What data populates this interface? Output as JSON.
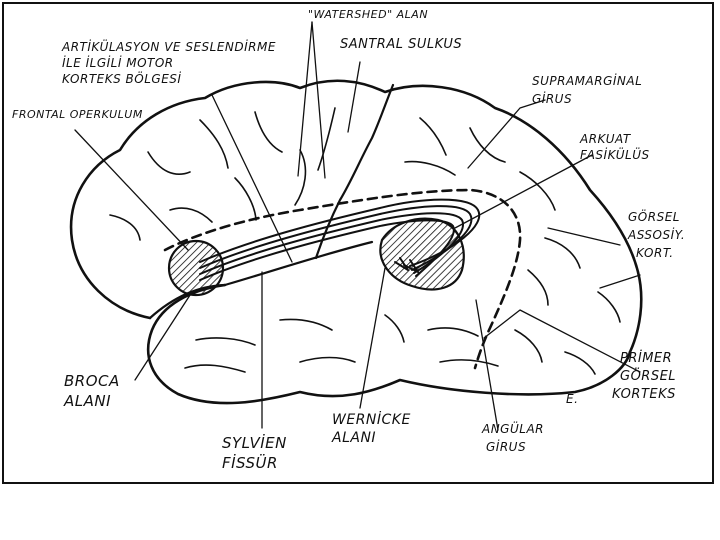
{
  "labels": {
    "watershed": "\"WATERSHED\" ALAN",
    "artikulasyon_1": "ARTİKÜLASYON VE SESLENDİRME",
    "artikulasyon_2": "İLE İLGİLİ MOTOR",
    "artikulasyon_3": "KORTEKS BÖLGESİ",
    "santral": "SANTRAL SULKUS",
    "frontal": "FRONTAL OPERKULUM",
    "supramarginal_1": "SUPRAMARGİNAL",
    "supramarginal_2": "GİRUS",
    "arkuat_1": "ARKUAT",
    "arkuat_2": "FASİKÜLÜS",
    "gorsel_assos_1": "GÖRSEL",
    "gorsel_assos_2": "ASSOSİY.",
    "gorsel_assos_3": "KORT.",
    "primer_1": "PRİMER",
    "primer_2": "GÖRSEL",
    "primer_3": "KORTEKS",
    "broca_1": "BROCA",
    "broca_2": "ALANI",
    "wernicke_1": "WERNİCKE",
    "wernicke_2": "ALANI",
    "angular_1": "ANGÜLAR",
    "angular_2": "GİRUS",
    "sylvien_1": "SYLVİEN",
    "sylvien_2": "FİSSÜR",
    "signature": "E."
  }
}
